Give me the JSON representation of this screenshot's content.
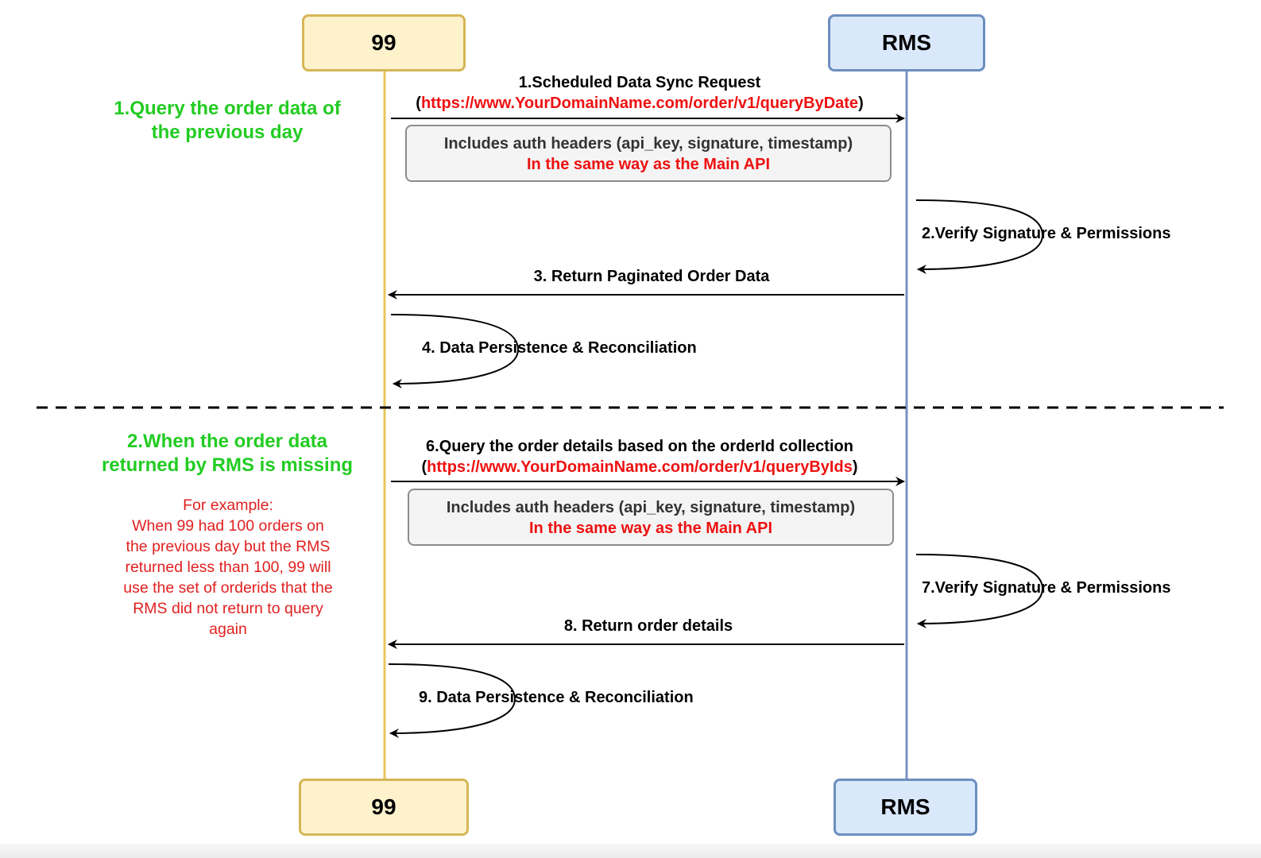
{
  "participants": {
    "left": {
      "label": "99",
      "bg": "#fdf2cc",
      "border": "#d6b656",
      "lifeline": "#e8c65a"
    },
    "right": {
      "label": "RMS",
      "bg": "#dae8fc",
      "border": "#6c8ebf",
      "lifeline": "#7893c2"
    }
  },
  "colors": {
    "url": "#ee1111",
    "section": "#22cc22",
    "example": "#e12020"
  },
  "section1": {
    "title_line1": "1.Query the order data of",
    "title_line2": "the previous day",
    "msg1": {
      "label": "1.Scheduled Data Sync Request",
      "url_open": "(",
      "url": "https://www.YourDomainName.com/order/v1/queryByDate",
      "url_close": ")"
    },
    "note1": {
      "line1": "Includes auth headers (api_key, signature, timestamp)",
      "line2": "In the same way as the Main API"
    },
    "msg2": "2.Verify Signature & Permissions",
    "msg3": "3. Return Paginated Order Data",
    "msg4": "4. Data Persistence & Reconciliation"
  },
  "section2": {
    "title_line1": "2.When the order data",
    "title_line2": "returned by RMS is missing",
    "example_lines": [
      "For example:",
      "When 99 had 100 orders on",
      "the previous day but the RMS",
      "returned less than 100, 99 will",
      "use the set of orderids that the",
      "RMS did not return to query",
      "again"
    ],
    "msg6": {
      "label": "6.Query the order details based on the orderId collection",
      "url_open": "(",
      "url": "https://www.YourDomainName.com/order/v1/queryByIds",
      "url_close": ")"
    },
    "note2": {
      "line1": "Includes auth headers (api_key, signature, timestamp)",
      "line2": "In the same way as the Main API"
    },
    "msg7": "7.Verify Signature & Permissions",
    "msg8": "8. Return order details",
    "msg9": "9. Data Persistence & Reconciliation"
  }
}
